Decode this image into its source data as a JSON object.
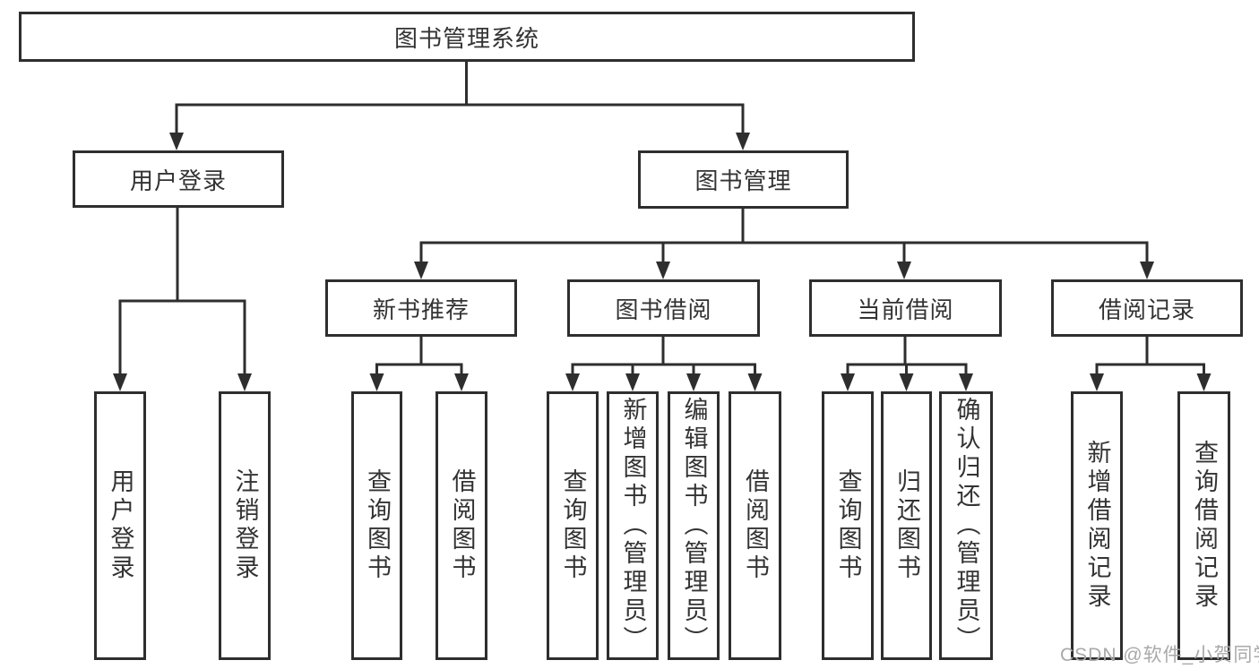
{
  "diagram": {
    "title": "图书管理系统",
    "level2": {
      "user_login": "用户登录",
      "book_management": "图书管理"
    },
    "level3": {
      "new_book_recommend": "新书推荐",
      "book_borrow": "图书借阅",
      "current_borrow": "当前借阅",
      "borrow_records": "借阅记录"
    },
    "leaves": {
      "user_login": [
        "用户登录",
        "注销登录"
      ],
      "new_book_recommend": [
        "查询图书",
        "借阅图书"
      ],
      "book_borrow": [
        "查询图书",
        "新增图书（管理员）",
        "编辑图书（管理员）",
        "借阅图书"
      ],
      "current_borrow": [
        "查询图书",
        "归还图书",
        "确认归还（管理员）"
      ],
      "borrow_records": [
        "新增借阅记录",
        "查询借阅记录"
      ]
    }
  },
  "watermark": "CSDN @软件_小贺同学",
  "colors": {
    "line": "#2e2e2e",
    "text": "#333333",
    "background": "#ffffff",
    "watermark": "#a9a9a9"
  }
}
